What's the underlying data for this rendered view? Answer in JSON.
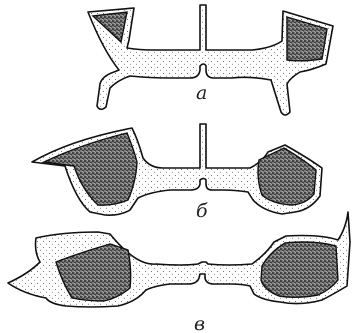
{
  "figures": [
    {
      "label": "а"
    },
    {
      "label": "б"
    },
    {
      "label": "в"
    }
  ]
}
